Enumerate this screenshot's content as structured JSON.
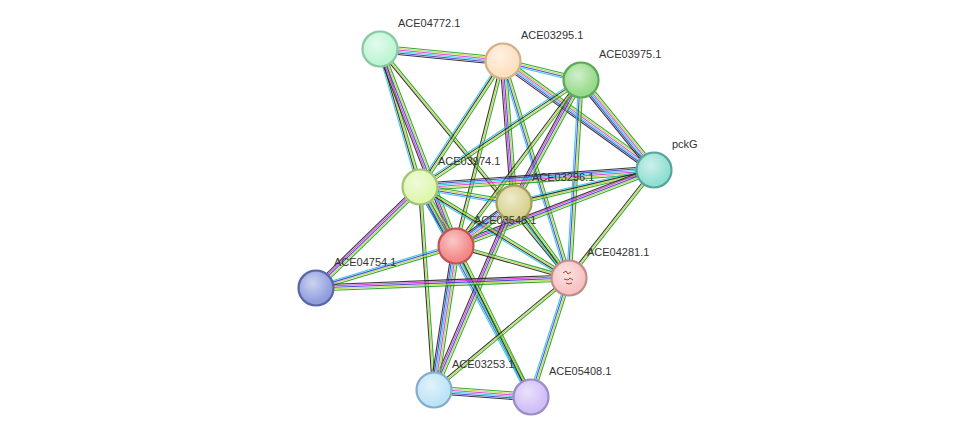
{
  "diagram": {
    "nodes": [
      {
        "text": [
          "ACE04772.1"
        ]
      },
      {
        "text": [
          "ACE03295.1"
        ]
      },
      {
        "text": [
          "ACE03975.1"
        ]
      },
      {
        "text": [
          "pckG"
        ]
      },
      {
        "text": [
          "ACE03974.1"
        ]
      },
      {
        "text": [
          "ACE03296.1"
        ]
      },
      {
        "text": [
          "ACE03548.1"
        ]
      },
      {
        "text": [
          "ACE04281.1"
        ]
      },
      {
        "text": [
          "ACE04754.1"
        ]
      },
      {
        "text": [
          "ACE03253.1"
        ]
      },
      {
        "text": [
          "ACE05408.1"
        ]
      }
    ],
    "edges": [
      {
        "from": 0,
        "to": 1,
        "arrow": "none"
      },
      {
        "from": 0,
        "to": 4,
        "arrow": "none"
      },
      {
        "from": 0,
        "to": 6,
        "arrow": "none"
      },
      {
        "from": 0,
        "to": 7,
        "arrow": "none"
      },
      {
        "from": 1,
        "to": 2,
        "arrow": "none"
      },
      {
        "from": 1,
        "to": 3,
        "arrow": "none"
      },
      {
        "from": 1,
        "to": 4,
        "arrow": "none"
      },
      {
        "from": 1,
        "to": 5,
        "arrow": "none"
      },
      {
        "from": 1,
        "to": 6,
        "arrow": "none"
      },
      {
        "from": 1,
        "to": 7,
        "arrow": "none"
      },
      {
        "from": 2,
        "to": 3,
        "arrow": "none"
      },
      {
        "from": 2,
        "to": 4,
        "arrow": "none"
      },
      {
        "from": 2,
        "to": 5,
        "arrow": "none"
      },
      {
        "from": 2,
        "to": 6,
        "arrow": "none"
      },
      {
        "from": 2,
        "to": 7,
        "arrow": "none"
      },
      {
        "from": 3,
        "to": 4,
        "arrow": "none"
      },
      {
        "from": 3,
        "to": 5,
        "arrow": "none"
      },
      {
        "from": 3,
        "to": 6,
        "arrow": "none"
      },
      {
        "from": 3,
        "to": 7,
        "arrow": "none"
      },
      {
        "from": 4,
        "to": 5,
        "arrow": "none"
      },
      {
        "from": 4,
        "to": 6,
        "arrow": "none"
      },
      {
        "from": 4,
        "to": 7,
        "arrow": "none"
      },
      {
        "from": 4,
        "to": 8,
        "arrow": "none"
      },
      {
        "from": 4,
        "to": 9,
        "arrow": "none"
      },
      {
        "from": 4,
        "to": 10,
        "arrow": "none"
      },
      {
        "from": 5,
        "to": 6,
        "arrow": "none"
      },
      {
        "from": 5,
        "to": 7,
        "arrow": "none"
      },
      {
        "from": 5,
        "to": 9,
        "arrow": "none"
      },
      {
        "from": 6,
        "to": 7,
        "arrow": "none"
      },
      {
        "from": 6,
        "to": 8,
        "arrow": "none"
      },
      {
        "from": 6,
        "to": 9,
        "arrow": "none"
      },
      {
        "from": 6,
        "to": 10,
        "arrow": "none"
      },
      {
        "from": 7,
        "to": 8,
        "arrow": "none"
      },
      {
        "from": 7,
        "to": 9,
        "arrow": "none"
      },
      {
        "from": 7,
        "to": 10,
        "arrow": "none"
      },
      {
        "from": 9,
        "to": 10,
        "arrow": "none"
      }
    ]
  }
}
